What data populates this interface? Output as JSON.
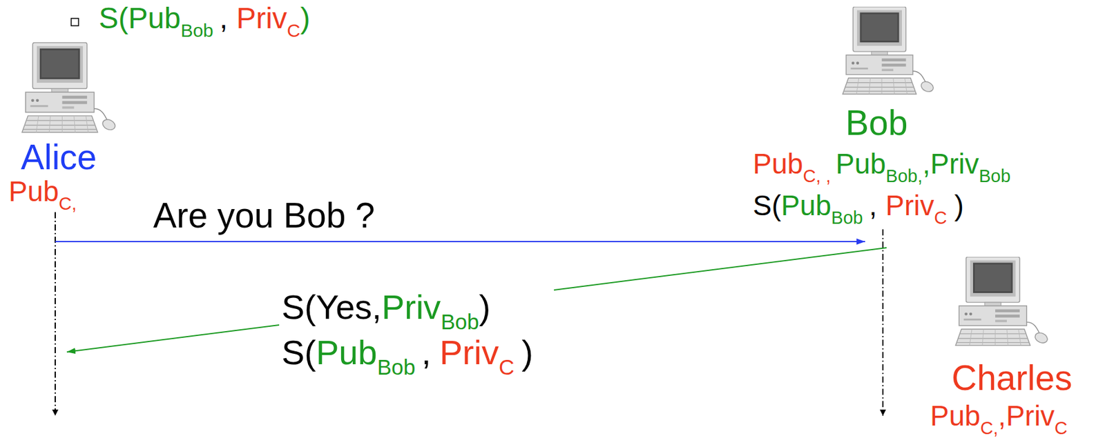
{
  "diagram": {
    "nodes": [
      {
        "text": [
          "Alice",
          "Pub",
          "C,"
        ]
      },
      {
        "text": [
          "Bob",
          "Pub",
          "C, ,",
          "Pub",
          "Bob,",
          ",Priv",
          "Bob",
          "S(",
          "Pub",
          "Bob",
          ",",
          "Priv",
          "C",
          ")"
        ]
      },
      {
        "text": [
          "Charles",
          "Pub",
          "C,",
          ",Priv",
          "C"
        ]
      }
    ],
    "edges": [
      {
        "from": 0,
        "to": 1,
        "arrow": "to",
        "label": "Are you Bob ?"
      },
      {
        "from": 1,
        "to": 0,
        "arrow": "to"
      }
    ],
    "labels": [
      "S(",
      "Pub",
      "Bob",
      ",",
      "Priv",
      "C",
      ")",
      "S(Yes,",
      "Priv",
      "Bob",
      ")",
      "S(",
      "Pub",
      "Bob",
      ",",
      "Priv",
      "C",
      ")"
    ]
  }
}
